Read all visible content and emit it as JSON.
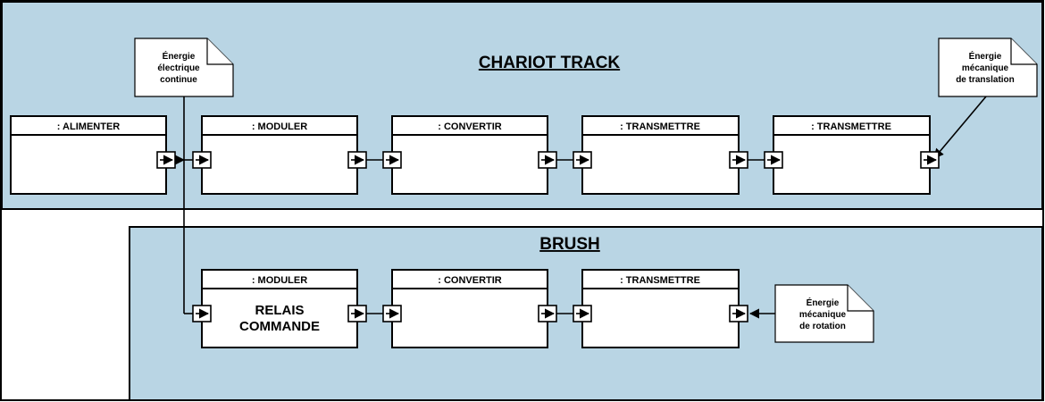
{
  "groups": {
    "chariot": {
      "title": "CHARIOT TRACK"
    },
    "brush": {
      "title": "BRUSH"
    }
  },
  "blocks": {
    "alimenter": {
      "label": ": ALIMENTER"
    },
    "moduler_top": {
      "label": ": MODULER"
    },
    "convertir_top": {
      "label": ": CONVERTIR"
    },
    "transmettre_top_1": {
      "label": ": TRANSMETTRE"
    },
    "transmettre_top_2": {
      "label": ": TRANSMETTRE"
    },
    "moduler_bottom": {
      "label": ": MODULER",
      "content": [
        "RELAIS",
        "COMMANDE"
      ]
    },
    "convertir_bottom": {
      "label": ": CONVERTIR"
    },
    "transmettre_bottom": {
      "label": ": TRANSMETTRE"
    }
  },
  "notes": {
    "energie_electrique": {
      "lines": [
        "Énergie",
        "électrique",
        "continue"
      ]
    },
    "energie_translation": {
      "lines": [
        "Énergie",
        "mécanique",
        "de translation"
      ]
    },
    "energie_rotation": {
      "lines": [
        "Énergie",
        "mécanique",
        "de rotation"
      ]
    }
  },
  "colors": {
    "panel": "#b9d5e4",
    "block": "#ffffff",
    "line": "#000000"
  }
}
